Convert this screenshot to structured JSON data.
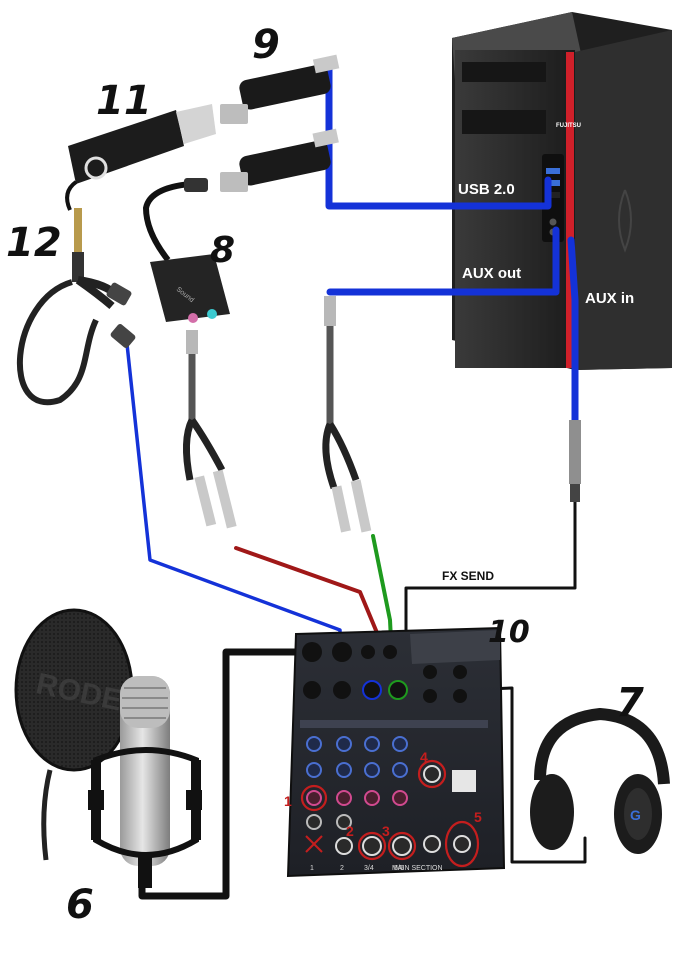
{
  "labels": {
    "usb": "USB 2.0",
    "aux_out": "AUX out",
    "aux_in": "AUX in",
    "fx_send": "FX SEND",
    "rode": "RODE",
    "fujitsu": "FUJITSU",
    "main_section": "MAIN SECTION"
  },
  "numbers": {
    "n6": "6",
    "n7": "7",
    "n8": "8",
    "n9": "9",
    "n10": "10",
    "n11": "11",
    "n12": "12",
    "k1": "1",
    "k2": "2",
    "k3": "3",
    "k4": "4",
    "k5": "5"
  },
  "mixer_channels": [
    "1",
    "2",
    "3/4",
    "5/6"
  ],
  "colors": {
    "blue_cable": "#1432d8",
    "red_cable": "#a01818",
    "green_cable": "#1e9a1e",
    "black_cable": "#111111",
    "pc_case": "#2b2b2b",
    "pc_accent": "#d0202a",
    "annotation": "#c41e1e"
  }
}
